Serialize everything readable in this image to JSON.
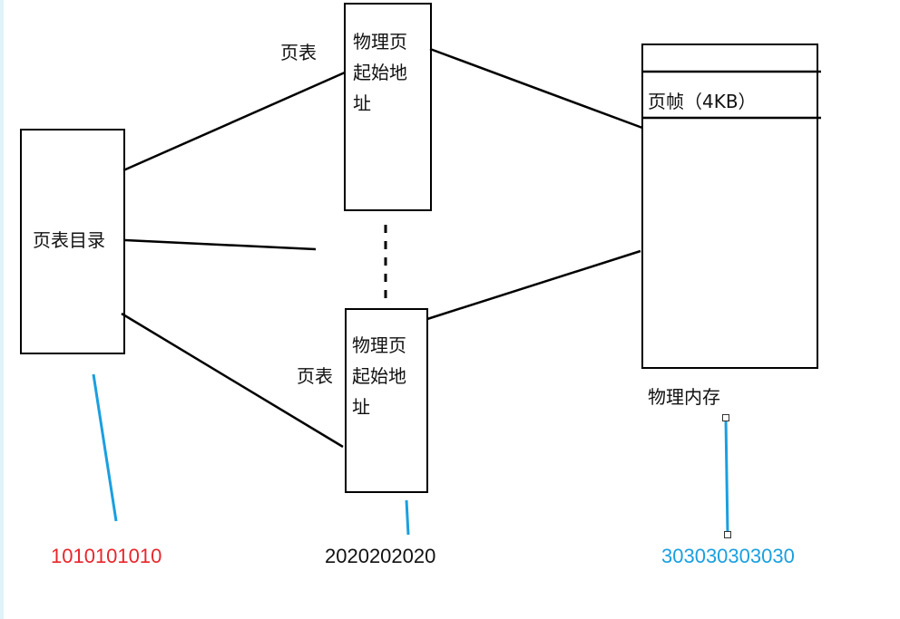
{
  "page_directory": {
    "label": "页表目录"
  },
  "page_table_top": {
    "side_label": "页表",
    "content": "物理页起始地址"
  },
  "page_table_bottom": {
    "side_label": "页表",
    "content": "物理页起始地址"
  },
  "physical_memory": {
    "frame_label": "页帧（4KB）",
    "caption": "物理内存"
  },
  "addresses": {
    "directory_bits": "1010101010",
    "table_bits": "2020202020",
    "offset_bits": "303030303030"
  },
  "colors": {
    "directory_bits": "#e8262b",
    "table_bits": "#111111",
    "offset_bits": "#1a9fe0",
    "pointer_line": "#1a9fe0"
  }
}
